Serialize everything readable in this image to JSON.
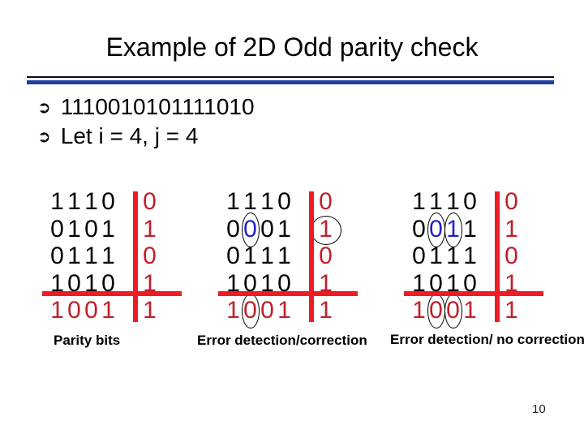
{
  "slide": {
    "title": "Example of 2D Odd parity check",
    "bullet_icon": {
      "name": "circled-right-arrow",
      "glyph": "➲"
    },
    "bullets": [
      "1110010101111010",
      "Let i = 4, j = 4"
    ],
    "page_number": "10"
  },
  "colors": {
    "rule_dark": "#0a0a28",
    "rule_blue": "#1f3f9e",
    "line_red": "#ee1c25",
    "digit_red": "#c0202a",
    "digit_blue": "#2222cc"
  },
  "matrices": [
    {
      "name": "parity-bits",
      "label": "Parity bits",
      "grid": [
        [
          {
            "v": "1"
          },
          {
            "v": "1"
          },
          {
            "v": "1"
          },
          {
            "v": "0"
          },
          {
            "v": "0",
            "c": "red"
          }
        ],
        [
          {
            "v": "0"
          },
          {
            "v": "1"
          },
          {
            "v": "0"
          },
          {
            "v": "1"
          },
          {
            "v": "1",
            "c": "red"
          }
        ],
        [
          {
            "v": "0"
          },
          {
            "v": "1"
          },
          {
            "v": "1"
          },
          {
            "v": "1"
          },
          {
            "v": "0",
            "c": "red"
          }
        ],
        [
          {
            "v": "1"
          },
          {
            "v": "0"
          },
          {
            "v": "1"
          },
          {
            "v": "0"
          },
          {
            "v": "1",
            "c": "red"
          }
        ],
        [
          {
            "v": "1",
            "c": "red"
          },
          {
            "v": "0",
            "c": "red"
          },
          {
            "v": "0",
            "c": "red"
          },
          {
            "v": "1",
            "c": "red"
          },
          {
            "v": "1",
            "c": "red"
          }
        ]
      ]
    },
    {
      "name": "error-detection-correction",
      "label": "Error detection/correction",
      "grid": [
        [
          {
            "v": "1"
          },
          {
            "v": "1"
          },
          {
            "v": "1"
          },
          {
            "v": "0"
          },
          {
            "v": "0",
            "c": "red"
          }
        ],
        [
          {
            "v": "0"
          },
          {
            "v": "0",
            "c": "blue",
            "o": "ellipse"
          },
          {
            "v": "0"
          },
          {
            "v": "1"
          },
          {
            "v": "1",
            "c": "red",
            "o": "circle"
          }
        ],
        [
          {
            "v": "0"
          },
          {
            "v": "1"
          },
          {
            "v": "1"
          },
          {
            "v": "1"
          },
          {
            "v": "0",
            "c": "red"
          }
        ],
        [
          {
            "v": "1"
          },
          {
            "v": "0"
          },
          {
            "v": "1"
          },
          {
            "v": "0"
          },
          {
            "v": "1",
            "c": "red"
          }
        ],
        [
          {
            "v": "1",
            "c": "red"
          },
          {
            "v": "0",
            "c": "red",
            "o": "ellipse"
          },
          {
            "v": "0",
            "c": "red"
          },
          {
            "v": "1",
            "c": "red"
          },
          {
            "v": "1",
            "c": "red"
          }
        ]
      ]
    },
    {
      "name": "error-detection-no-correction",
      "label": "Error detection/ no correction",
      "grid": [
        [
          {
            "v": "1"
          },
          {
            "v": "1"
          },
          {
            "v": "1"
          },
          {
            "v": "0"
          },
          {
            "v": "0",
            "c": "red"
          }
        ],
        [
          {
            "v": "0"
          },
          {
            "v": "0",
            "c": "blue",
            "o": "ellipse"
          },
          {
            "v": "1",
            "c": "blue",
            "o": "ellipse"
          },
          {
            "v": "1"
          },
          {
            "v": "1",
            "c": "red"
          }
        ],
        [
          {
            "v": "0"
          },
          {
            "v": "1"
          },
          {
            "v": "1"
          },
          {
            "v": "1"
          },
          {
            "v": "0",
            "c": "red"
          }
        ],
        [
          {
            "v": "1"
          },
          {
            "v": "0"
          },
          {
            "v": "1"
          },
          {
            "v": "0"
          },
          {
            "v": "1",
            "c": "red"
          }
        ],
        [
          {
            "v": "1",
            "c": "red"
          },
          {
            "v": "0",
            "c": "red",
            "o": "ellipse"
          },
          {
            "v": "0",
            "c": "red",
            "o": "ellipse"
          },
          {
            "v": "1",
            "c": "red"
          },
          {
            "v": "1",
            "c": "red"
          }
        ]
      ]
    }
  ]
}
